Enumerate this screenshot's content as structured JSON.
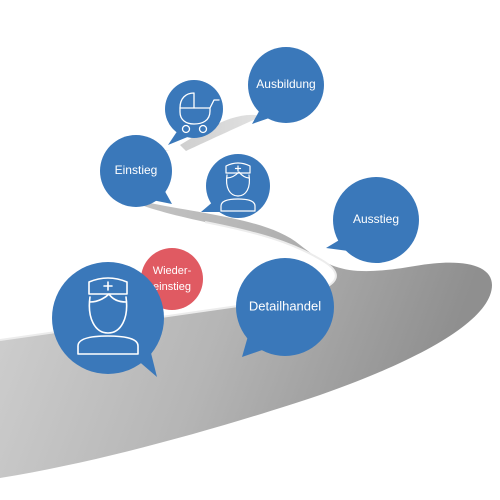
{
  "colors": {
    "bubble": "#3a78ba",
    "bubble_alt": "#e05a62",
    "road_light": "#f2f2f2",
    "road_dark": "#a8a8a8",
    "icon_stroke": "#ffffff"
  },
  "bubbles": {
    "ausbildung": {
      "label": "Ausbildung"
    },
    "einstieg": {
      "label": "Einstieg"
    },
    "ausstieg": {
      "label": "Ausstieg"
    },
    "detailhandel": {
      "label": "Detailhandel"
    },
    "wiedereinstieg": {
      "line1": "Wieder-",
      "line2": "einstieg"
    }
  },
  "icons": {
    "stroller": "stroller-icon",
    "nurse_small": "nurse-icon",
    "nurse_large": "nurse-icon"
  }
}
